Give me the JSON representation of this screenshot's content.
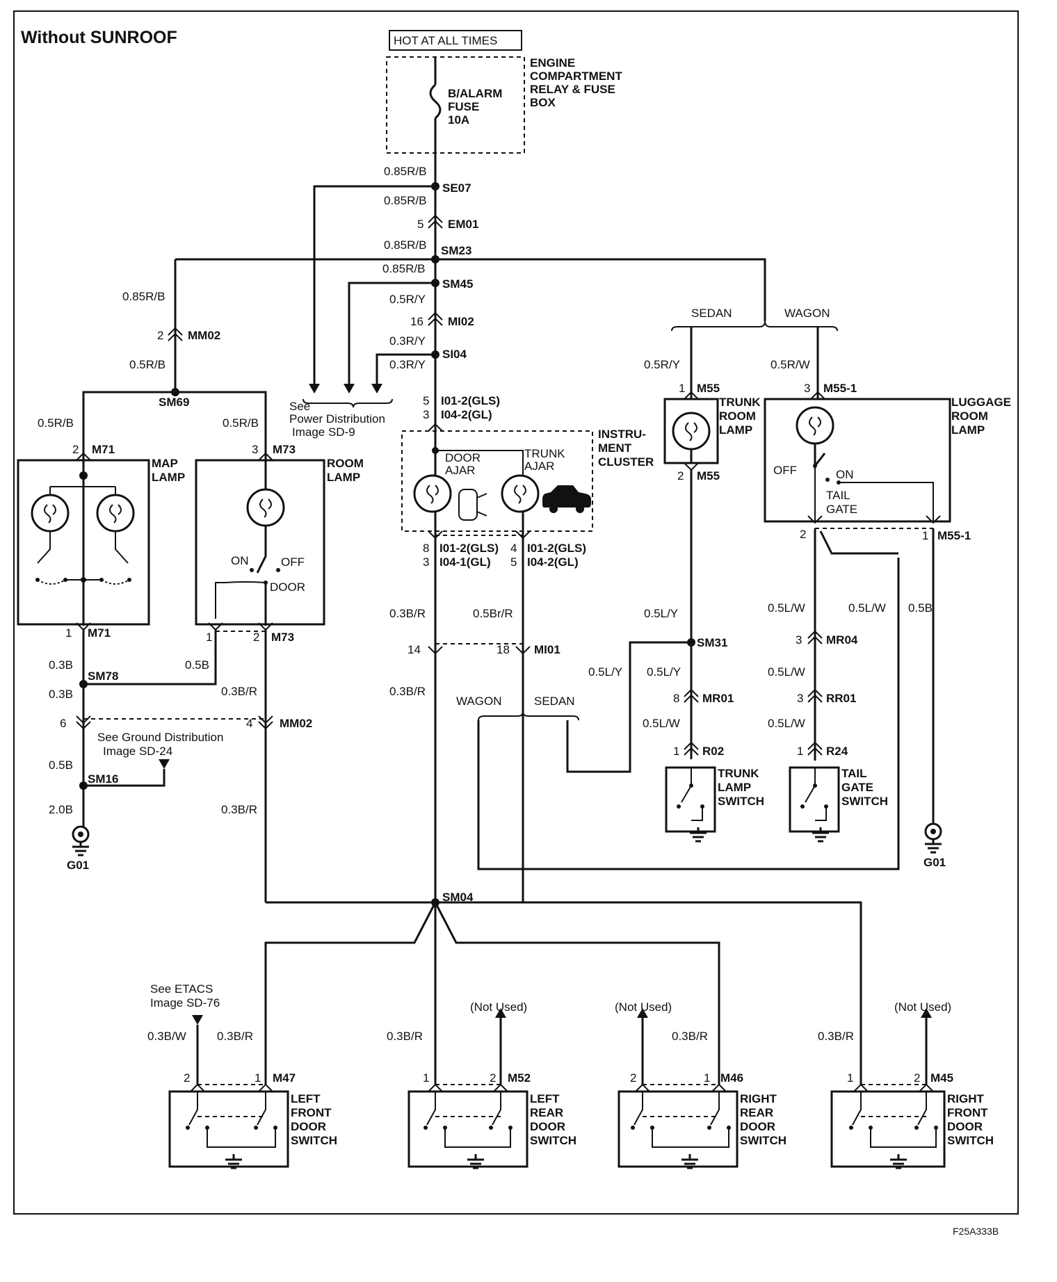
{
  "title": "Without SUNROOF",
  "figure_code": "F25A333B",
  "power": {
    "hot_label": "HOT AT ALL TIMES",
    "box_name": [
      "ENGINE",
      "COMPARTMENT",
      "RELAY & FUSE",
      "BOX"
    ],
    "fuse": [
      "B/ALARM",
      "FUSE",
      "10A"
    ]
  },
  "references": {
    "power_dist": [
      "See",
      "Power Distribution",
      "Image  SD-9"
    ],
    "ground_dist": [
      "See Ground Distribution",
      "Image  SD-24"
    ],
    "etacs": [
      "See ETACS",
      "Image  SD-76"
    ],
    "not_used": "(Not Used)"
  },
  "variants": {
    "sedan": "SEDAN",
    "wagon": "WAGON"
  },
  "splices": {
    "se07": "SE07",
    "sm23": "SM23",
    "sm45": "SM45",
    "si04": "SI04",
    "sm69": "SM69",
    "sm78": "SM78",
    "sm16": "SM16",
    "sm31": "SM31",
    "sm04": "SM04"
  },
  "connectors": {
    "em01": "EM01",
    "mi02": "MI02",
    "mm02": "MM02",
    "mm02b": "MM02",
    "m71": "M71",
    "m71b": "M71",
    "m73": "M73",
    "m73b": "M73",
    "i01_gls": "I01-2(GLS)",
    "i04_gl": "I04-2(GL)",
    "i01_gls_b": "I01-2(GLS)",
    "i04_gl_b": "I04-1(GL)",
    "i01_gls_c": "I01-2(GLS)",
    "i04_gl_c": "I04-2(GL)",
    "mi01": "MI01",
    "m55": "M55",
    "m55b": "M55",
    "m55_1": "M55-1",
    "m55_1b": "M55-1",
    "mr04": "MR04",
    "mr01": "MR01",
    "rr01": "RR01",
    "r02": "R02",
    "r24": "R24",
    "m47": "M47",
    "m52": "M52",
    "m46": "M46",
    "m45": "M45"
  },
  "pins": {
    "p5": "5",
    "p16": "16",
    "p2": "2",
    "p2b": "2",
    "p3": "3",
    "p1": "1",
    "p1b": "1",
    "p2c": "2",
    "p6": "6",
    "p4": "4",
    "p5b": "5",
    "p3b": "3",
    "p8": "8",
    "p3c": "3",
    "p4b": "4",
    "p5c": "5",
    "p14": "14",
    "p18": "18",
    "p1c": "1",
    "p2d": "2",
    "p3d": "3",
    "p2e": "2",
    "p1d": "1",
    "p3e": "3",
    "p8b": "8",
    "p1e": "1",
    "p3f": "3",
    "p1f": "1",
    "m47a": "2",
    "m47b": "1",
    "m52a": "1",
    "m52b": "2",
    "m46a": "2",
    "m46b": "1",
    "m45a": "1",
    "m45b": "2"
  },
  "wires": {
    "w1": "0.85R/B",
    "w2": "0.85R/B",
    "w3": "0.85R/B",
    "w4": "0.85R/B",
    "w5": "0.85R/B",
    "w6": "0.5R/Y",
    "w7": "0.3R/Y",
    "w8": "0.3R/Y",
    "w9": "0.5R/B",
    "w10": "0.5R/B",
    "w11": "0.5R/B",
    "w12": "0.3B",
    "w13": "0.5B",
    "w14": "0.3B",
    "w15": "0.3B/R",
    "w16": "0.5B",
    "w17": "2.0B",
    "w18": "0.3B/R",
    "w19": "0.3B/R",
    "w20": "0.3B/R",
    "w21": "0.5Br/R",
    "w22": "0.5R/Y",
    "w23": "0.5L/Y",
    "w24": "0.5L/Y",
    "w25": "0.5L/Y",
    "w26": "0.5L/W",
    "w27": "0.5R/W",
    "w28": "0.5L/W",
    "w29": "0.5L/W",
    "w30": "0.5B",
    "w31": "0.5L/W",
    "w32": "0.5L/W",
    "w33": "0.3B/W",
    "w34": "0.3B/R",
    "w35": "0.3B/R",
    "w36": "0.3B/R",
    "w37": "0.3B/R"
  },
  "components": {
    "map_lamp": [
      "MAP",
      "LAMP"
    ],
    "room_lamp": [
      "ROOM",
      "LAMP"
    ],
    "room_on": "ON",
    "room_off": "OFF",
    "room_door": "DOOR",
    "cluster": [
      "INSTRU-",
      "MENT",
      "CLUSTER"
    ],
    "door_ajar": [
      "DOOR",
      "AJAR"
    ],
    "trunk_ajar": [
      "TRUNK",
      "AJAR"
    ],
    "trunk_room_lamp": [
      "TRUNK",
      "ROOM",
      "LAMP"
    ],
    "luggage_room_lamp": [
      "LUGGAGE",
      "ROOM",
      "LAMP"
    ],
    "lug_off": "OFF",
    "lug_on": "ON",
    "lug_tail": [
      "TAIL",
      "GATE"
    ],
    "trunk_lamp_switch": [
      "TRUNK",
      "LAMP",
      "SWITCH"
    ],
    "tail_gate_switch": [
      "TAIL",
      "GATE",
      "SWITCH"
    ],
    "left_front_door": [
      "LEFT",
      "FRONT",
      "DOOR",
      "SWITCH"
    ],
    "left_rear_door": [
      "LEFT",
      "REAR",
      "DOOR",
      "SWITCH"
    ],
    "right_rear_door": [
      "RIGHT",
      "REAR",
      "DOOR",
      "SWITCH"
    ],
    "right_front_door": [
      "RIGHT",
      "FRONT",
      "DOOR",
      "SWITCH"
    ]
  },
  "grounds": {
    "g01_left": "G01",
    "g01_right": "G01"
  }
}
